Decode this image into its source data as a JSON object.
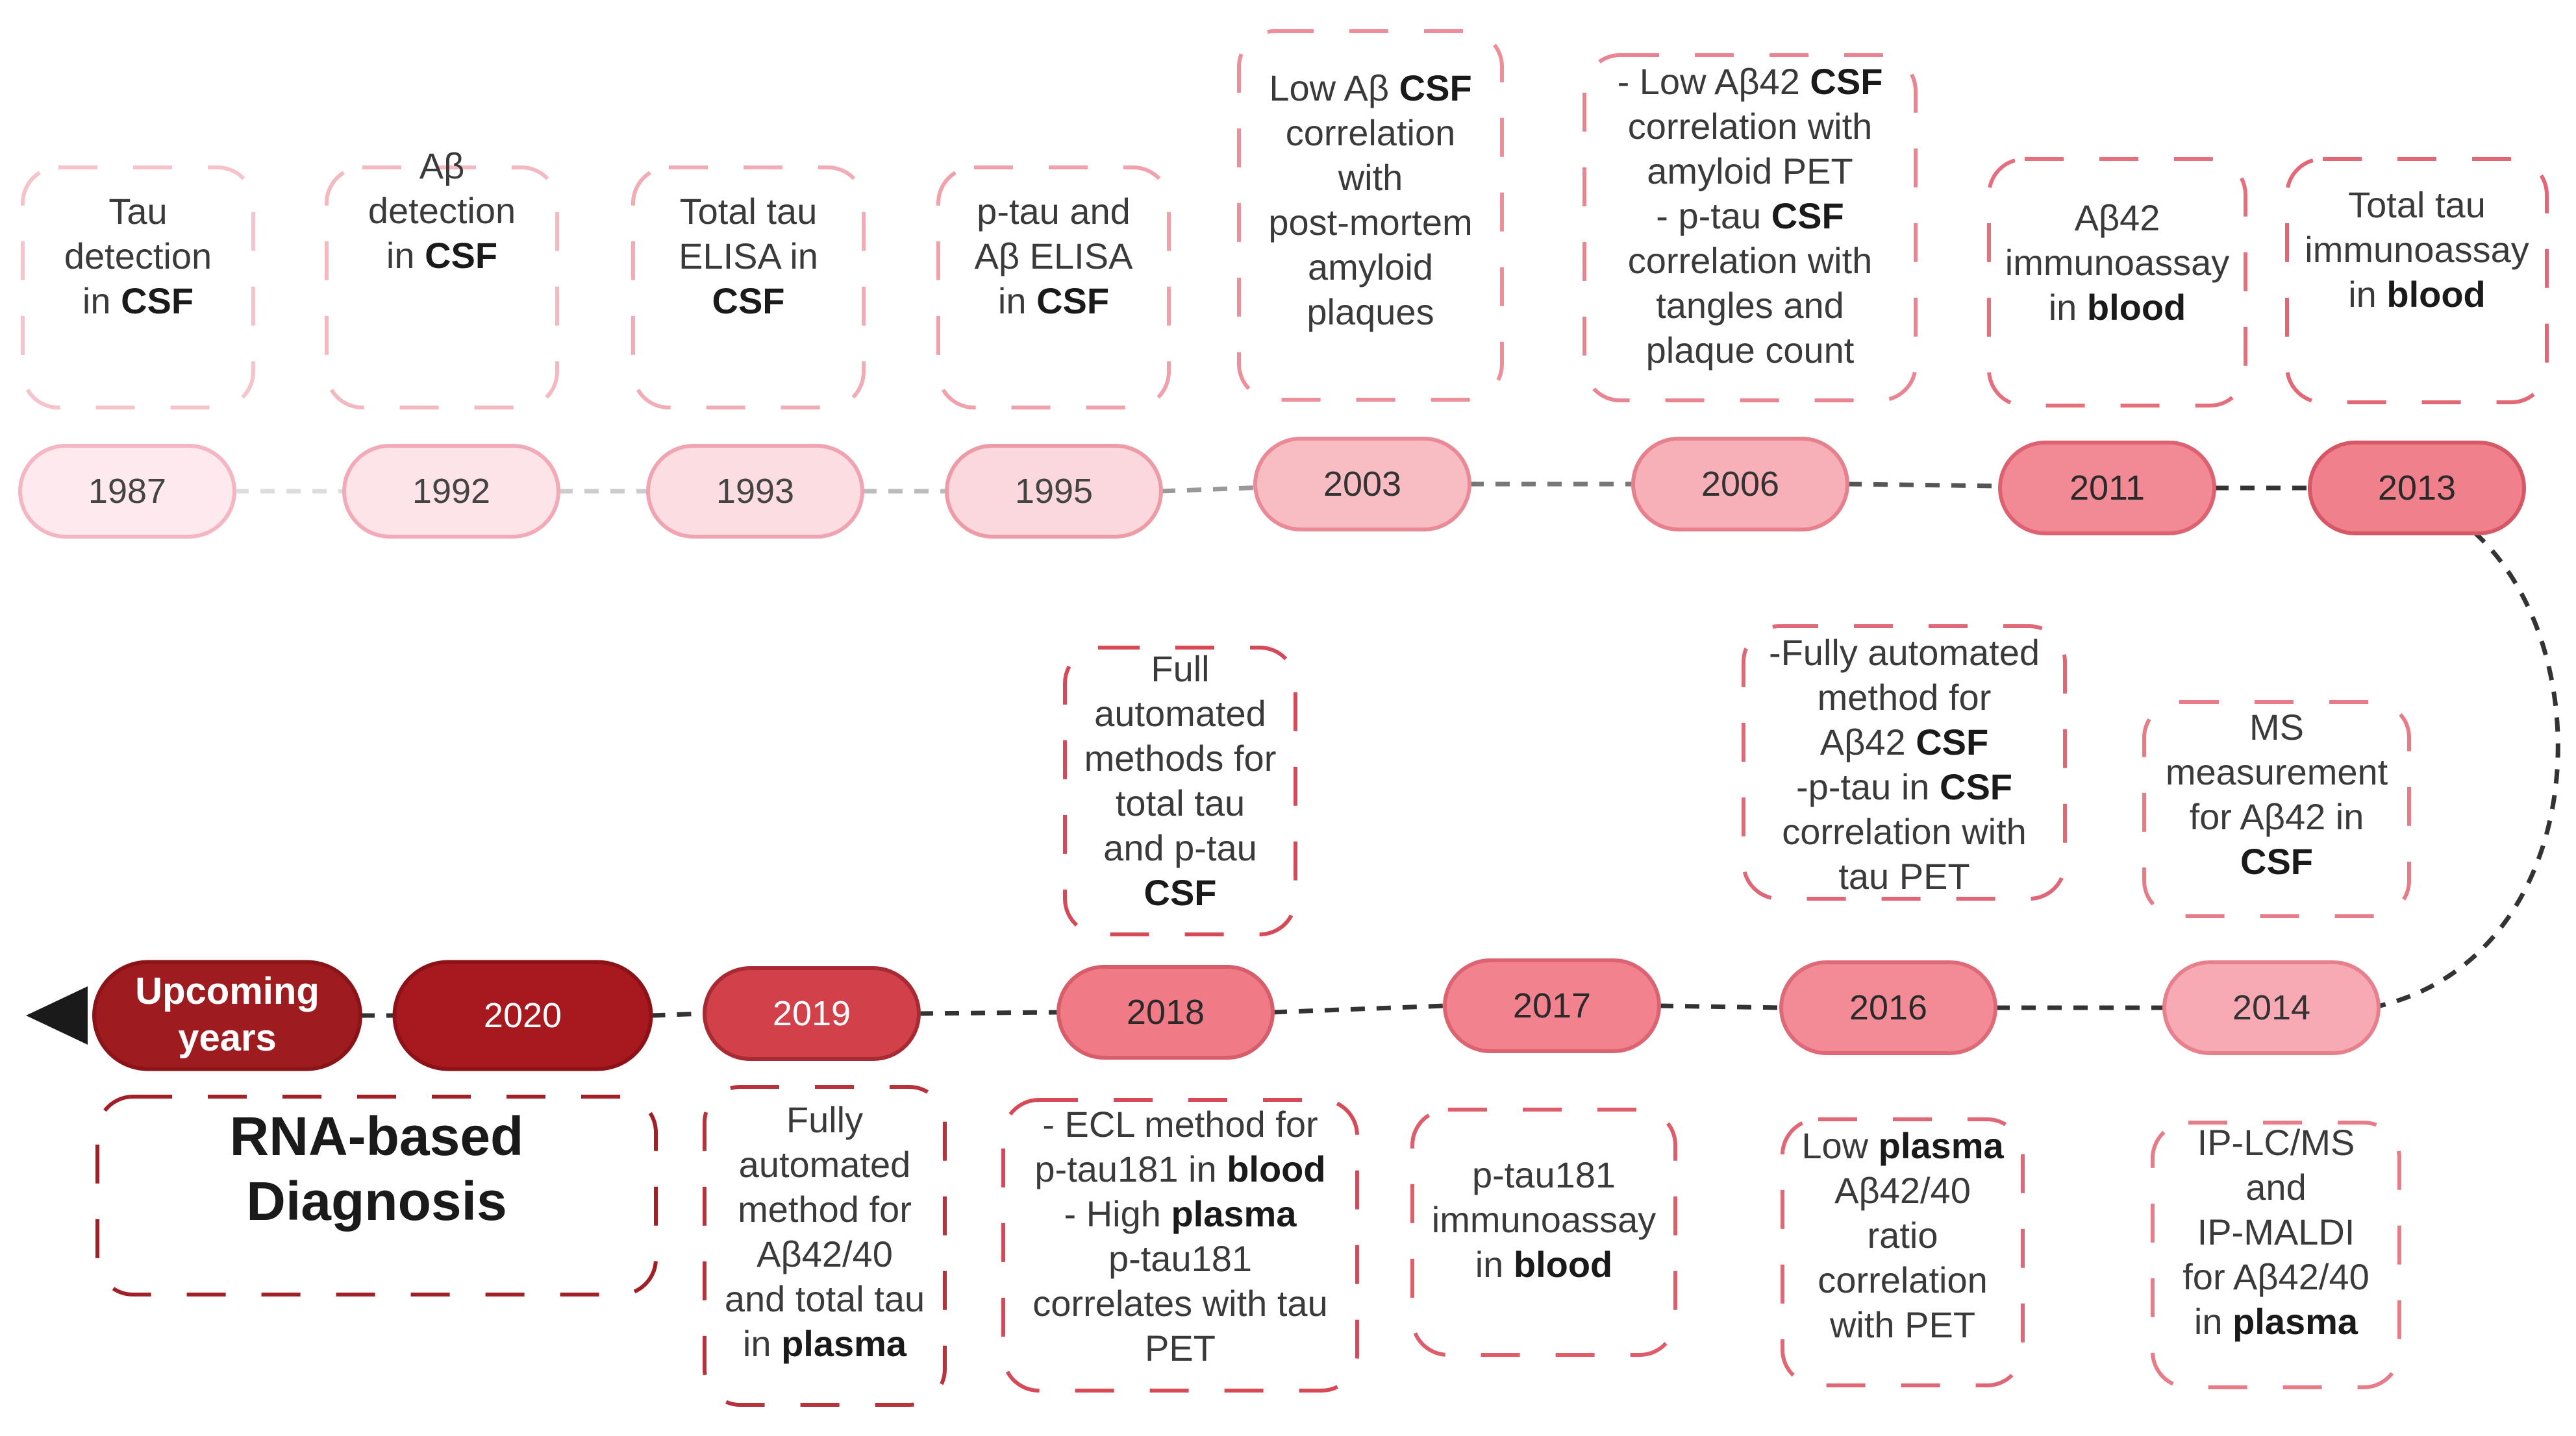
{
  "top_row": [
    {
      "year": "1987",
      "pill": "#fde9ee",
      "pill_stroke": "#f4b6c2",
      "text_color": "#444444",
      "box": "#f6c3cb",
      "lines": [
        [
          {
            "t": "Tau"
          }
        ],
        [
          {
            "t": "detection"
          }
        ],
        [
          {
            "t": "in "
          },
          {
            "t": "CSF",
            "b": true
          }
        ]
      ]
    },
    {
      "year": "1992",
      "pill": "#fde4e8",
      "pill_stroke": "#f2aab8",
      "text_color": "#444444",
      "box": "#f3b8c0",
      "lines": [
        [
          {
            "t": "Aβ"
          }
        ],
        [
          {
            "t": "detection"
          }
        ],
        [
          {
            "t": "in "
          },
          {
            "t": "CSF",
            "b": true
          }
        ]
      ]
    },
    {
      "year": "1993",
      "pill": "#fcdde2",
      "pill_stroke": "#f0a3b0",
      "text_color": "#444444",
      "box": "#f1acb5",
      "lines": [
        [
          {
            "t": "Total tau"
          }
        ],
        [
          {
            "t": "ELISA in"
          }
        ],
        [
          {
            "t": "CSF",
            "b": true
          }
        ]
      ]
    },
    {
      "year": "1995",
      "pill": "#fbd8dd",
      "pill_stroke": "#ee9ba8",
      "text_color": "#444444",
      "box": "#efa2ac",
      "lines": [
        [
          {
            "t": "p-tau and"
          }
        ],
        [
          {
            "t": "Aβ ELISA"
          }
        ],
        [
          {
            "t": "in "
          },
          {
            "t": "CSF",
            "b": true
          }
        ]
      ]
    },
    {
      "year": "2003",
      "pill": "#f8bcc3",
      "pill_stroke": "#ea8a96",
      "text_color": "#333333",
      "box": "#ec8f9a",
      "lines": [
        [
          {
            "t": "Low Aβ "
          },
          {
            "t": "CSF",
            "b": true
          }
        ],
        [
          {
            "t": "correlation"
          }
        ],
        [
          {
            "t": "with"
          }
        ],
        [
          {
            "t": "post-mortem"
          }
        ],
        [
          {
            "t": "amyloid"
          }
        ],
        [
          {
            "t": "plaques"
          }
        ]
      ]
    },
    {
      "year": "2006",
      "pill": "#f7b0b8",
      "pill_stroke": "#e7808d",
      "text_color": "#333333",
      "box": "#e98592",
      "lines": [
        [
          {
            "t": "- Low Aβ42 "
          },
          {
            "t": "CSF",
            "b": true
          }
        ],
        [
          {
            "t": "correlation with"
          }
        ],
        [
          {
            "t": "amyloid PET"
          }
        ],
        [
          {
            "t": "- p-tau "
          },
          {
            "t": "CSF",
            "b": true
          }
        ],
        [
          {
            "t": "correlation with"
          }
        ],
        [
          {
            "t": "tangles and"
          }
        ],
        [
          {
            "t": "plaque count"
          }
        ]
      ]
    },
    {
      "year": "2011",
      "pill": "#f28a95",
      "pill_stroke": "#dc6271",
      "text_color": "#2a2a2a",
      "box": "#e4707e",
      "lines": [
        [
          {
            "t": "Aβ42"
          }
        ],
        [
          {
            "t": "immunoassay"
          }
        ],
        [
          {
            "t": "in "
          },
          {
            "t": "blood",
            "b": true
          }
        ]
      ]
    },
    {
      "year": "2013",
      "pill": "#f0808c",
      "pill_stroke": "#d65766",
      "text_color": "#2a2a2a",
      "box": "#e26876",
      "lines": [
        [
          {
            "t": "Total tau"
          }
        ],
        [
          {
            "t": "immunoassay"
          }
        ],
        [
          {
            "t": "in "
          },
          {
            "t": "blood",
            "b": true
          }
        ]
      ]
    }
  ],
  "bottom_row": [
    {
      "year": "Upcoming years",
      "pill": "#9e1b1f",
      "pill_stroke": "#8a1418",
      "text_color": "#ffffff",
      "box": "#a02026",
      "lines": [
        [
          {
            "t": "RNA-based"
          }
        ],
        [
          {
            "t": "Diagnosis"
          }
        ]
      ]
    },
    {
      "year": "2020",
      "pill": "#a8191f",
      "pill_stroke": "#8c1217",
      "text_color": "#ffffff",
      "box": "",
      "lines": []
    },
    {
      "year": "2019",
      "pill": "#d2404a",
      "pill_stroke": "#a82a33",
      "text_color": "#ffffff",
      "box": "#b8323b",
      "lines": [
        [
          {
            "t": "Fully"
          }
        ],
        [
          {
            "t": "automated"
          }
        ],
        [
          {
            "t": "method for"
          }
        ],
        [
          {
            "t": "Aβ42/40"
          }
        ],
        [
          {
            "t": "and total tau"
          }
        ],
        [
          {
            "t": "in "
          },
          {
            "t": "plasma",
            "b": true
          }
        ]
      ]
    },
    {
      "year": "2018",
      "pill": "#f07a86",
      "pill_stroke": "#d85d6b",
      "text_color": "#2a2a2a",
      "box": "#d64a58",
      "top_lines": [
        [
          {
            "t": "Full"
          }
        ],
        [
          {
            "t": "automated"
          }
        ],
        [
          {
            "t": "methods for"
          }
        ],
        [
          {
            "t": "total tau"
          }
        ],
        [
          {
            "t": "and p-tau"
          }
        ],
        [
          {
            "t": "CSF",
            "b": true
          }
        ]
      ],
      "lines": [
        [
          {
            "t": "- ECL method for"
          }
        ],
        [
          {
            "t": "p-tau181 in "
          },
          {
            "t": "blood",
            "b": true
          }
        ],
        [
          {
            "t": "- High "
          },
          {
            "t": "plasma",
            "b": true
          }
        ],
        [
          {
            "t": "p-tau181"
          }
        ],
        [
          {
            "t": "correlates with tau"
          }
        ],
        [
          {
            "t": "PET"
          }
        ]
      ]
    },
    {
      "year": "2017",
      "pill": "#f2838e",
      "pill_stroke": "#dc6472",
      "text_color": "#2a2a2a",
      "box": "#dd5d6a",
      "lines": [
        [
          {
            "t": "p-tau181"
          }
        ],
        [
          {
            "t": "immunoassay"
          }
        ],
        [
          {
            "t": "in "
          },
          {
            "t": "blood",
            "b": true
          }
        ]
      ]
    },
    {
      "year": "2016",
      "pill": "#f38b96",
      "pill_stroke": "#de6a77",
      "text_color": "#2a2a2a",
      "box": "#e06876",
      "top_lines": [
        [
          {
            "t": "-Fully automated"
          }
        ],
        [
          {
            "t": "method for"
          }
        ],
        [
          {
            "t": "Aβ42 "
          },
          {
            "t": "CSF",
            "b": true
          }
        ],
        [
          {
            "t": "-p-tau in "
          },
          {
            "t": "CSF",
            "b": true
          }
        ],
        [
          {
            "t": "correlation with"
          }
        ],
        [
          {
            "t": "tau PET"
          }
        ]
      ],
      "lines": [
        [
          {
            "t": "Low "
          },
          {
            "t": "plasma",
            "b": true
          }
        ],
        [
          {
            "t": "Aβ42/40"
          }
        ],
        [
          {
            "t": "ratio"
          }
        ],
        [
          {
            "t": "correlation"
          }
        ],
        [
          {
            "t": "with PET"
          }
        ]
      ]
    },
    {
      "year": "2014",
      "pill": "#f7aab3",
      "pill_stroke": "#e6808d",
      "text_color": "#333333",
      "box": "#e77c89",
      "top_lines": [
        [
          {
            "t": "MS"
          }
        ],
        [
          {
            "t": "measurement"
          }
        ],
        [
          {
            "t": "for Aβ42 in"
          }
        ],
        [
          {
            "t": "CSF",
            "b": true
          }
        ]
      ],
      "lines": [
        [
          {
            "t": "IP-LC/MS"
          }
        ],
        [
          {
            "t": "and"
          }
        ],
        [
          {
            "t": "IP-MALDI"
          }
        ],
        [
          {
            "t": "for Aβ42/40"
          }
        ],
        [
          {
            "t": "in "
          },
          {
            "t": "plasma",
            "b": true
          }
        ]
      ]
    }
  ]
}
